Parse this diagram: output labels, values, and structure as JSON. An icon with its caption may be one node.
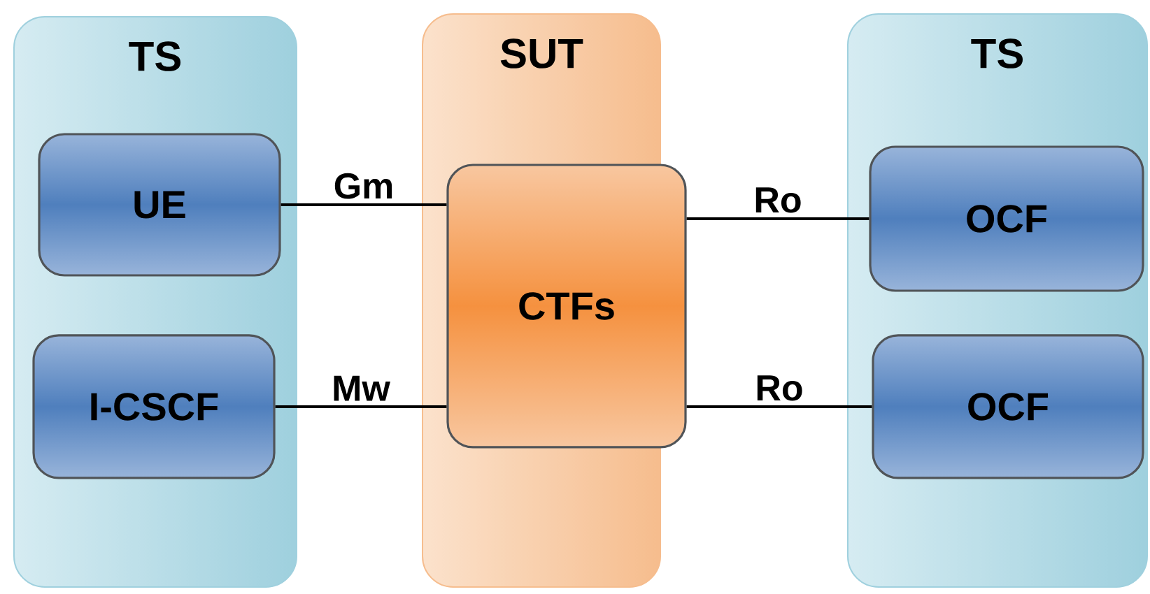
{
  "diagram": {
    "nodes": [
      {
        "text": [
          "TS"
        ]
      },
      {
        "text": [
          "UE"
        ],
        "in": 0
      },
      {
        "text": [
          "I-CSCF"
        ],
        "in": 0
      },
      {
        "text": [
          "SUT"
        ]
      },
      {
        "text": [
          "CTFs"
        ],
        "in": 3
      },
      {
        "text": [
          "TS"
        ]
      },
      {
        "text": [
          "OCF"
        ],
        "in": 5
      },
      {
        "text": [
          "OCF"
        ],
        "in": 5
      }
    ],
    "edges": [
      {
        "from": 1,
        "to": 4,
        "arrow": "none",
        "label": "Gm"
      },
      {
        "from": 2,
        "to": 4,
        "arrow": "none",
        "label": "Mw"
      },
      {
        "from": 4,
        "to": 6,
        "arrow": "none",
        "label": "Ro"
      },
      {
        "from": 4,
        "to": 7,
        "arrow": "none",
        "label": "Ro"
      }
    ]
  }
}
